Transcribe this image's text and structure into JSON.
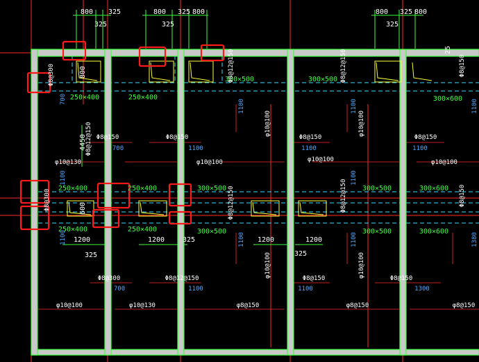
{
  "colors": {
    "background": "#000000",
    "wall_fill": "#c9c9c9",
    "wall_edge": "#3dff3d",
    "axis_red": "#ff2a2a",
    "beam_cyan": "#35e0ff",
    "rebar_yellow": "#ffff3c",
    "text_green": "#3dff3d",
    "text_cyan": "#4aa8ff",
    "text_white": "#ffffff",
    "highlight_box": "#ff1a1a"
  },
  "top_dims": {
    "a": "800",
    "b": "325",
    "c": "800",
    "d": "325",
    "e": "800",
    "f": "325",
    "g": "325",
    "h": "800",
    "i": "325",
    "j": "800",
    "k": "325"
  },
  "beams": {
    "b1": "250×400",
    "b2": "250×400",
    "b3": "300×500",
    "b4": "300×500",
    "b5": "300×600",
    "b6": "250×400",
    "b7": "250×400",
    "b8": "300×500",
    "b9": "300×500",
    "b10": "300×600",
    "b11": "250×400",
    "b12": "250×400",
    "b13": "300×500",
    "b14": "300×500",
    "b15": "300×600"
  },
  "rebar_labels": {
    "r1": "Φ8@150",
    "r2": "Φ8@150",
    "r3": "Φ8@150",
    "r4": "Φ8@150",
    "r5": "φ10@130",
    "r6": "φ10@100",
    "r7": "φ10@100",
    "r8": "φ10@100",
    "r9": "Φ8@300",
    "r10": "Φ8@12@150",
    "r11": "Φ8@150",
    "r12": "Φ8@150",
    "r13": "φ10@100",
    "r14": "φ10@130",
    "r15": "φ8@150",
    "r16": "φ8@150",
    "r17": "φ8@150",
    "v1": "Φ8@300",
    "v2": "Φ8@12@150",
    "v3": "φ10@100",
    "v4": "φ10@100",
    "v5": "Φ8@12@150",
    "v6": "Φ8@300",
    "v7": "Φ8@12@150",
    "v8": "Φ8@12@150",
    "v9": "φ10@100",
    "v10": "φ10@100",
    "v11": "Φ8@150",
    "v12": "Φ8@150",
    "v13": "Φ8@12@150"
  },
  "small_dims": {
    "s700a": "700",
    "s1100a": "1100",
    "s1100b": "1100",
    "s1100c": "1100",
    "s700b": "700",
    "s1100d": "1100",
    "s1100e": "1100",
    "s1100f": "1100",
    "s700c": "700",
    "s1100g": "1100",
    "s1100h": "1100",
    "s1300": "1300",
    "s1100i": "1100",
    "s1100j": "1100",
    "s1100k": "1100",
    "s1100l": "1100",
    "s1100m": "1100",
    "s1380": "1380",
    "s4450": "4450",
    "s800v": "800",
    "s600v": "600",
    "s1200a": "1200",
    "s1200b": "1200",
    "s1200c": "1200",
    "s1200d": "1200",
    "s325a": "325",
    "s325b": "325",
    "s325c": "325",
    "s25": "25"
  }
}
